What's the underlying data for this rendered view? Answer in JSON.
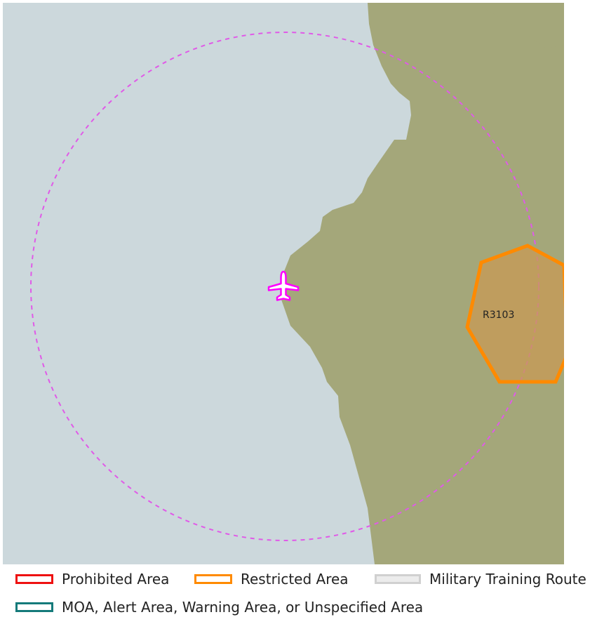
{
  "map": {
    "water_color": "#ccd8dc",
    "land_color": "#a4a77a",
    "range_ring_color": "#e05ae8",
    "aircraft_icon": "airplane-icon",
    "aircraft_color": "#ff00ff",
    "restricted_area": {
      "label": "R3103",
      "stroke": "#ff8a00",
      "fill": "#c89a55"
    }
  },
  "legend": {
    "items": [
      {
        "label": "Prohibited Area",
        "color": "#ee1111"
      },
      {
        "label": "Restricted Area",
        "color": "#ff8a00"
      },
      {
        "label": "Military Training Route",
        "color": "#d0d0d0"
      },
      {
        "label": "MOA, Alert Area, Warning Area, or Unspecified Area",
        "color": "#157a7a"
      }
    ]
  }
}
